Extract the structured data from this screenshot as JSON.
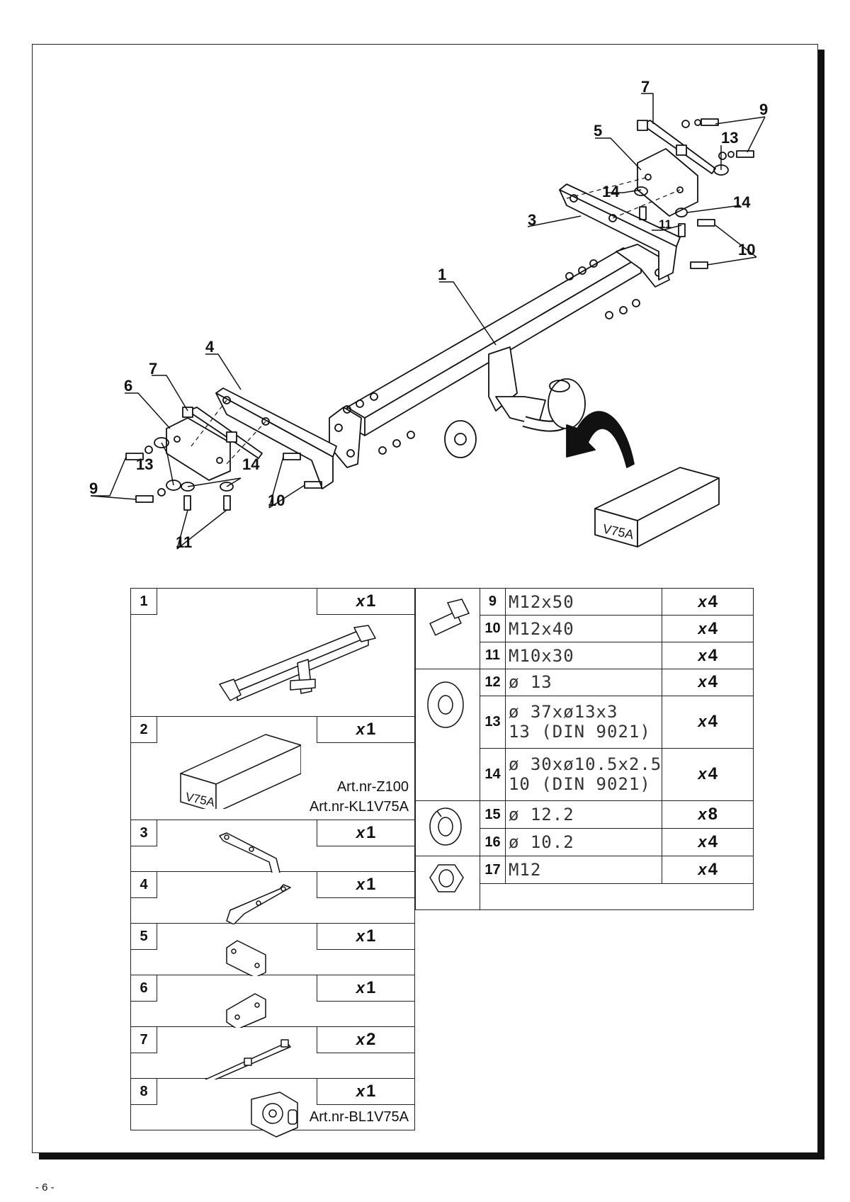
{
  "page_number": "- 6 -",
  "kit_label": "V75A",
  "callouts": [
    "1",
    "3",
    "4",
    "5",
    "6",
    "7",
    "7",
    "9",
    "9",
    "10",
    "10",
    "11",
    "11",
    "13",
    "13",
    "14",
    "14",
    "14"
  ],
  "parts_left": [
    {
      "num": "1",
      "qty_x": "x",
      "qty": "1",
      "art": ""
    },
    {
      "num": "2",
      "qty_x": "x",
      "qty": "1",
      "art": "Art.nr-Z100",
      "art2": "Art.nr-KL1V75A"
    },
    {
      "num": "3",
      "qty_x": "x",
      "qty": "1",
      "art": ""
    },
    {
      "num": "4",
      "qty_x": "x",
      "qty": "1",
      "art": ""
    },
    {
      "num": "5",
      "qty_x": "x",
      "qty": "1",
      "art": ""
    },
    {
      "num": "6",
      "qty_x": "x",
      "qty": "1",
      "art": ""
    },
    {
      "num": "7",
      "qty_x": "x",
      "qty": "2",
      "art": ""
    },
    {
      "num": "8",
      "qty_x": "x",
      "qty": "1",
      "art": "Art.nr-BL1V75A"
    }
  ],
  "parts_right": [
    {
      "num": "9",
      "spec": "M12x50",
      "spec2": "",
      "qty_x": "x",
      "qty": "4"
    },
    {
      "num": "10",
      "spec": "M12x40",
      "spec2": "",
      "qty_x": "x",
      "qty": "4"
    },
    {
      "num": "11",
      "spec": "M10x30",
      "spec2": "",
      "qty_x": "x",
      "qty": "4"
    },
    {
      "num": "12",
      "spec": "ø 13",
      "spec2": "",
      "qty_x": "x",
      "qty": "4"
    },
    {
      "num": "13",
      "spec": "ø 37xø13x3",
      "spec2": "13  (DIN 9021)",
      "qty_x": "x",
      "qty": "4"
    },
    {
      "num": "14",
      "spec": "ø 30xø10.5x2.5",
      "spec2": "10  (DIN 9021)",
      "qty_x": "x",
      "qty": "4"
    },
    {
      "num": "15",
      "spec": "ø 12.2",
      "spec2": "",
      "qty_x": "x",
      "qty": "8"
    },
    {
      "num": "16",
      "spec": "ø 10.2",
      "spec2": "",
      "qty_x": "x",
      "qty": "4"
    },
    {
      "num": "17",
      "spec": "M12",
      "spec2": "",
      "qty_x": "x",
      "qty": "4"
    }
  ]
}
